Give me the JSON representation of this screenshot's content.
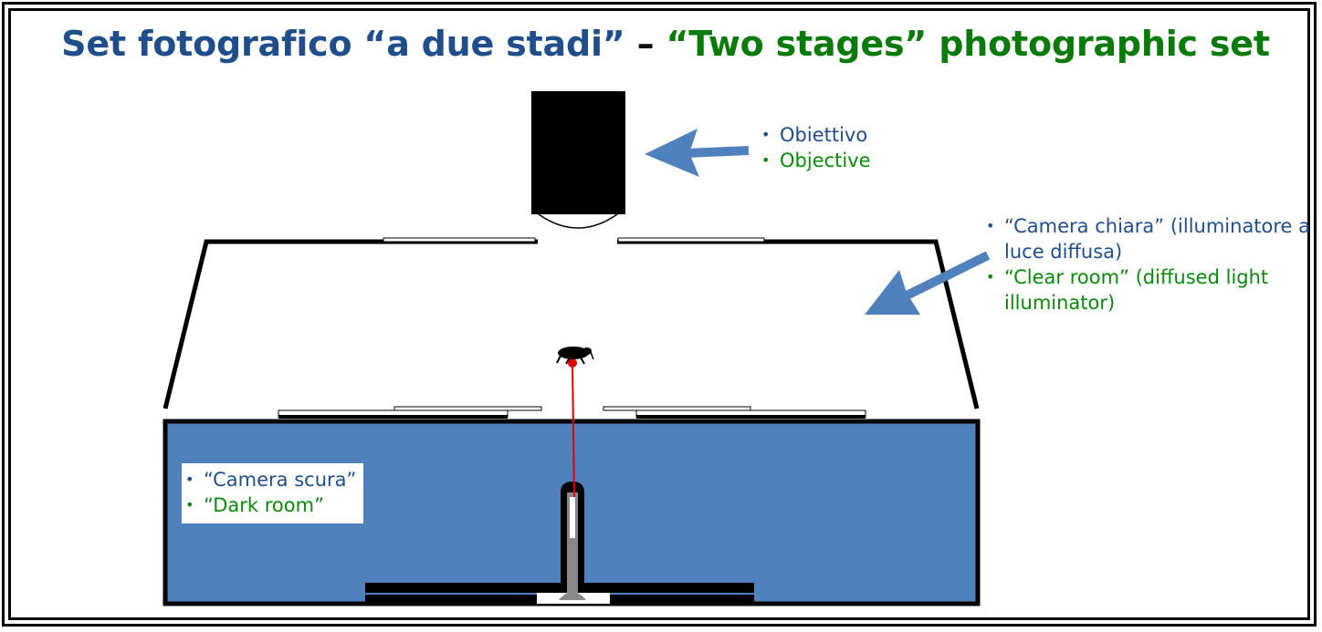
{
  "title": {
    "italian": "Set fotografico “a due stadi”",
    "separator": "–",
    "english": "“Two stages” photographic set"
  },
  "labels": {
    "objective": {
      "it": "Obiettivo",
      "en": "Objective"
    },
    "clear_room": {
      "it": "“Camera chiara” (illuminatore a luce diffusa)",
      "en": "“Clear room” (diffused light illuminator)"
    },
    "dark_room": {
      "it": "“Camera scura”",
      "en": "“Dark room”"
    }
  },
  "colors": {
    "italian_text": "#1f4e8a",
    "english_text": "#0a8a0a",
    "dark_room_fill": "#4f81bd",
    "arrow": "#4f81bd",
    "laser": "#e00000"
  }
}
